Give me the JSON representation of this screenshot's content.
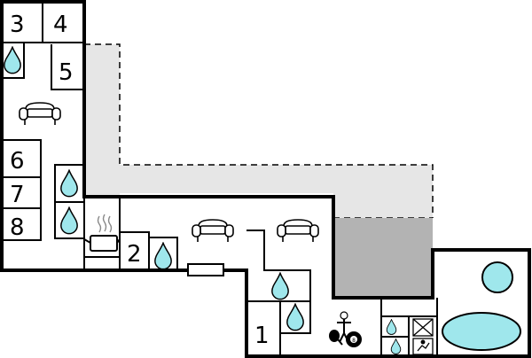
{
  "room_labels": {
    "r1": "1",
    "r2": "2",
    "r3": "3",
    "r4": "4",
    "r5": "5",
    "r6": "6",
    "r7": "7",
    "r8": "8"
  },
  "colors": {
    "wall": "#000000",
    "terrace": "#e6e6e6",
    "pool_area": "#b3b3b3",
    "water": "#9fe7ec",
    "background": "#ffffff"
  },
  "icons": [
    "water-drop-icon",
    "sofa-icon",
    "fireplace-icon",
    "radiator-icon",
    "table-tennis-icon",
    "billiard-ball-icon",
    "sauna-icon",
    "pool-icon",
    "hot-tub-icon"
  ]
}
